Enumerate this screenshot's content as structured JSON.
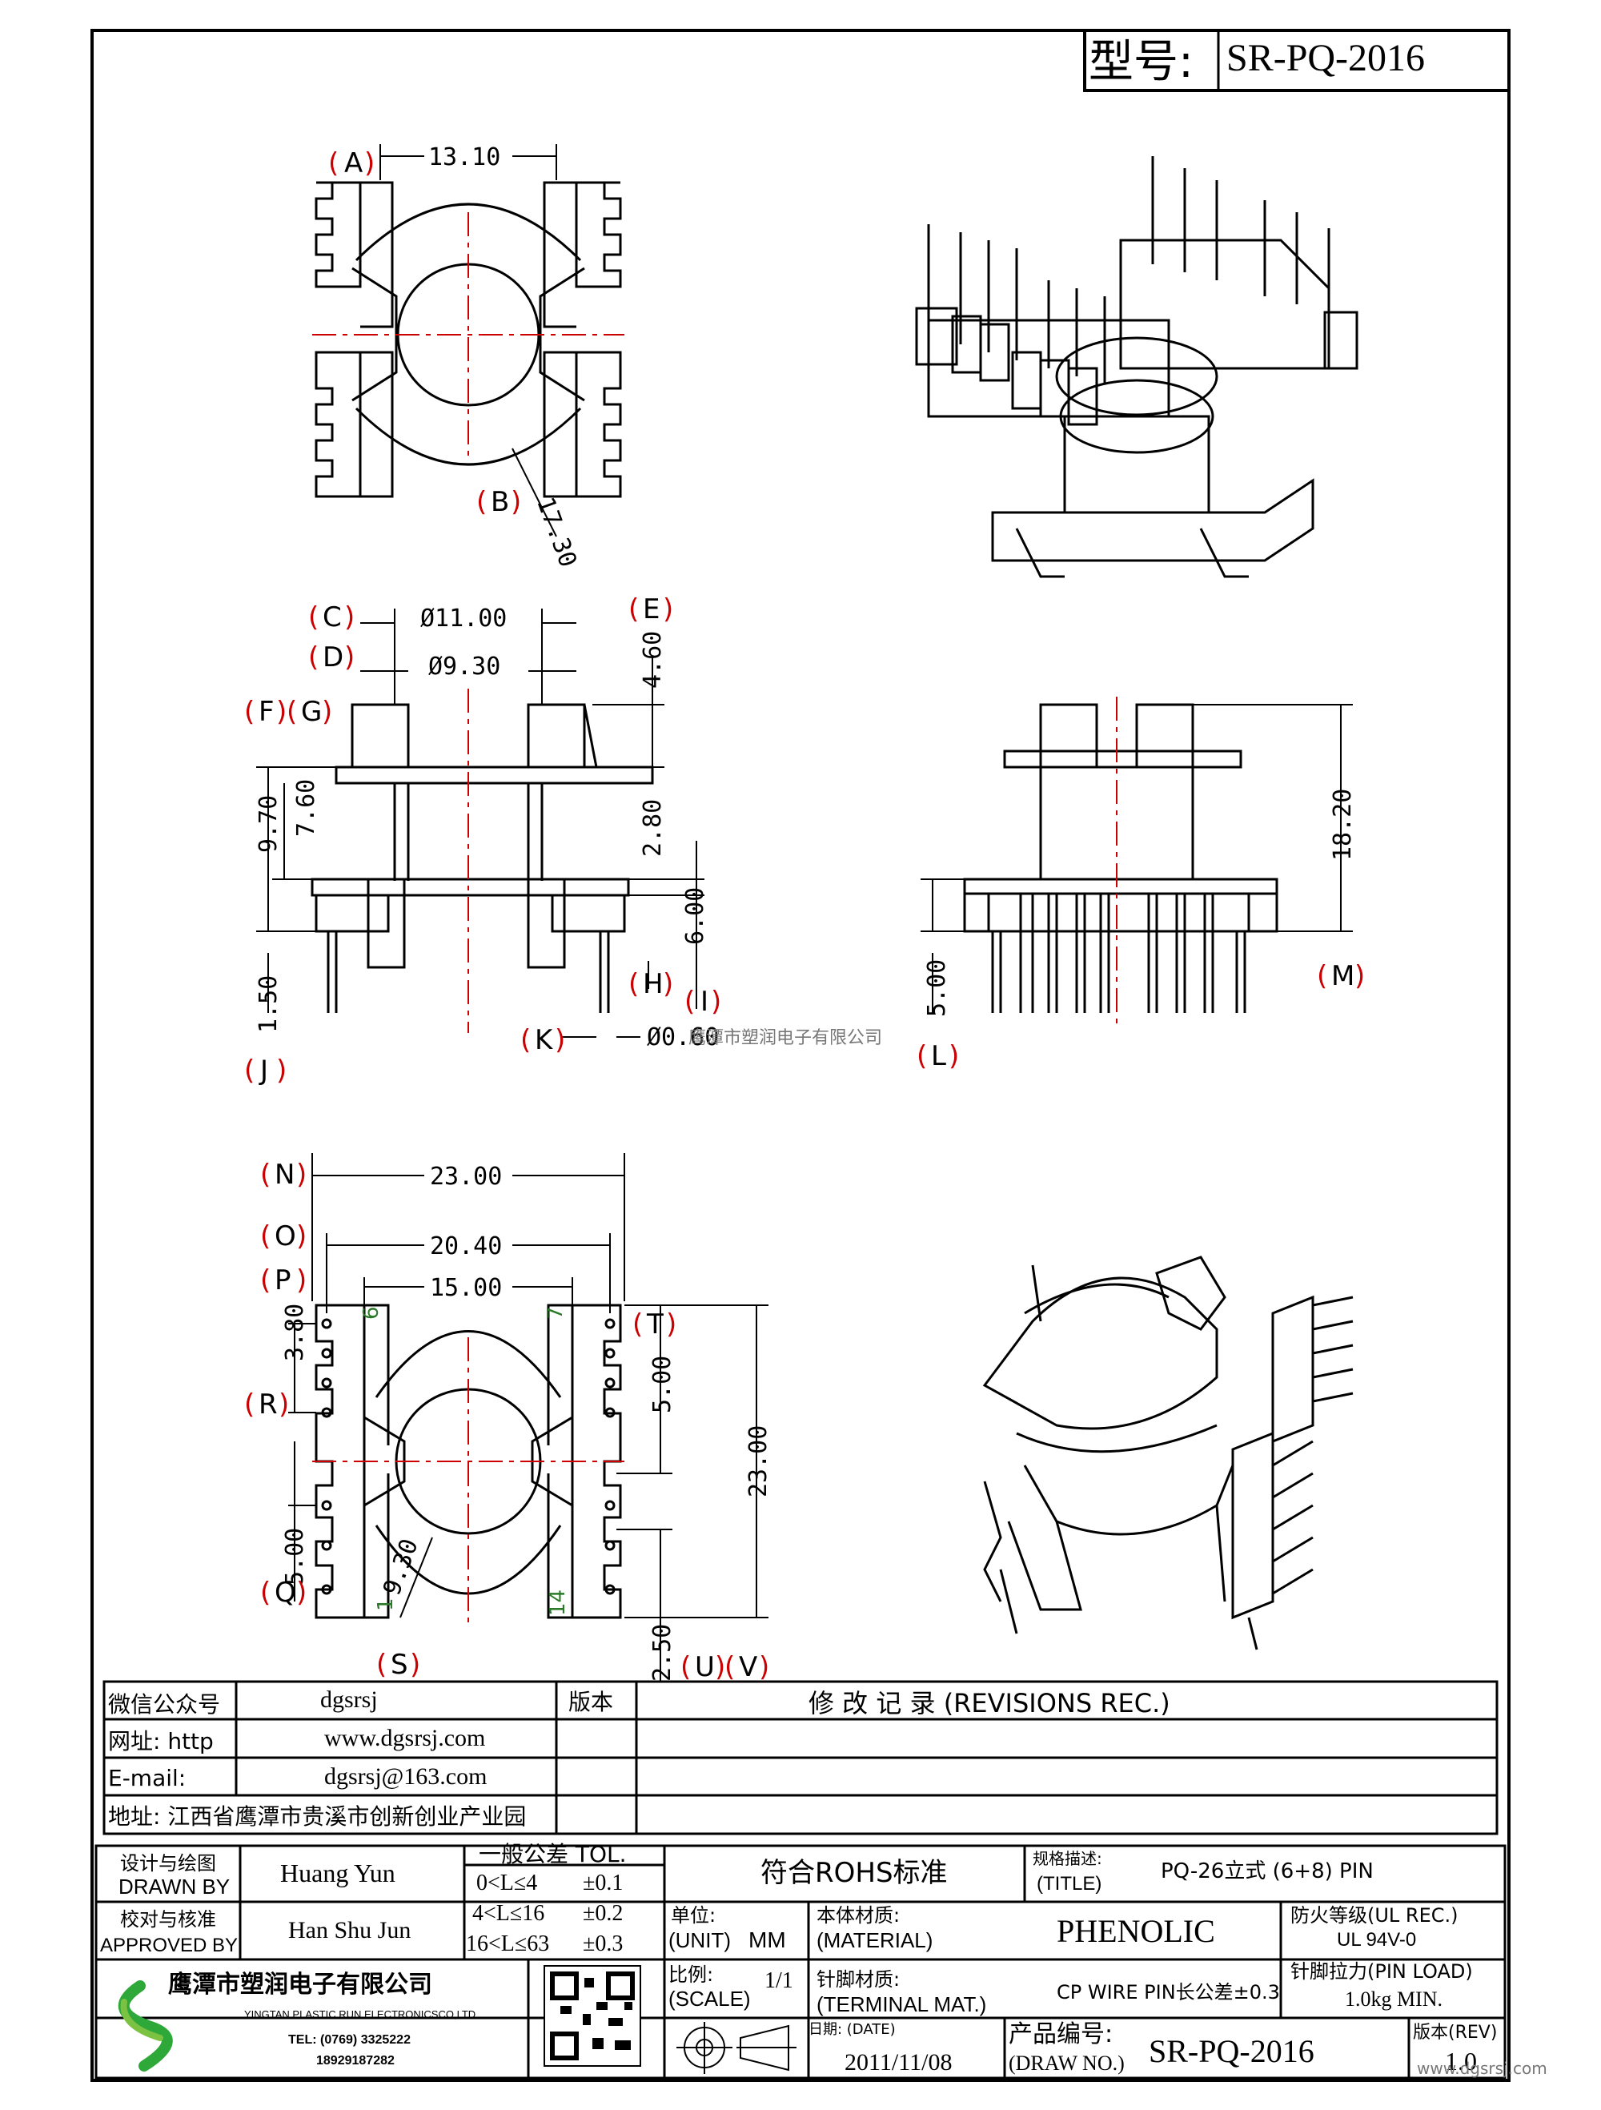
{
  "title_block": {
    "model_label": "型号:",
    "model_value": "SR-PQ-2016",
    "wechat_label": "微信公众号",
    "wechat_value": "dgsrsj",
    "web_label": "网址: http",
    "web_value": "www.dgsrsj.com",
    "email_label": "E-mail:",
    "email_value": "dgsrsj@163.com",
    "address": "地址: 江西省鹰潭市贵溪市创新创业产业园",
    "version_label": "版本",
    "revisions_label": "修 改 记 录 (REVISIONS REC.)",
    "drawn_label_cn": "设计与绘图",
    "drawn_label_en": "DRAWN BY",
    "drawn_value": "Huang Yun",
    "approved_label_cn": "校对与核准",
    "approved_label_en": "APPROVED BY",
    "approved_value": "Han Shu Jun",
    "tol_label": "一般公差 TOL.",
    "tol_rows": [
      {
        "range": "0<L≤4",
        "value": "±0.1"
      },
      {
        "range": "4<L≤16",
        "value": "±0.2"
      },
      {
        "range": "16<L≤63",
        "value": "±0.3"
      }
    ],
    "rohs": "符合ROHS标准",
    "spec_label_cn": "规格描述:",
    "spec_label_en": "(TITLE)",
    "spec_value": "PQ-26立式 (6+8) PIN",
    "unit_label_cn": "单位:",
    "unit_label_en": "(UNIT)",
    "unit_value": "MM",
    "material_label_cn": "本体材质:",
    "material_label_en": "(MATERIAL)",
    "material_value": "PHENOLIC",
    "fire_label": "防火等级(UL REC.)",
    "fire_value": "UL 94V-0",
    "company_cn": "鹰潭市塑润电子有限公司",
    "company_en": "YINGTAN PLASTIC RUN ELECTRONICSCO,LTD",
    "tel": "TEL: (0769) 3325222",
    "mobile": "18929187282",
    "scale_label_cn": "比例:",
    "scale_label_en": "(SCALE)",
    "scale_value": "1/1",
    "terminal_label_cn": "针脚材质:",
    "terminal_label_en": "(TERMINAL MAT.)",
    "terminal_value": "CP WIRE PIN长公差±0.3",
    "pinload_label": "针脚拉力(PIN LOAD)",
    "pinload_value": "1.0kg MIN.",
    "date_label": "日期: (DATE)",
    "date_value": "2011/11/08",
    "drawno_label_cn": "产品编号:",
    "drawno_label_en": "(DRAW NO.)",
    "drawno_value": "SR-PQ-2016",
    "rev_label": "版本(REV)",
    "rev_value": "1.0",
    "watermark": "鹰潭市塑润电子有限公司",
    "watermark2": "www.dgsrsj.com"
  },
  "top_view": {
    "dim_width": "13.10",
    "dim_radius": "17.30",
    "labels": [
      "A",
      "B"
    ]
  },
  "side_view": {
    "d1": "Ø11.00",
    "d2": "Ø9.30",
    "h1": "4.60",
    "h2": "9.70",
    "h3": "7.60",
    "h4": "2.80",
    "h5": "6.00",
    "h6": "1.50",
    "pin_d": "Ø0.60",
    "labels": [
      "C",
      "D",
      "E",
      "F",
      "G",
      "H",
      "I",
      "J",
      "K"
    ]
  },
  "front_view": {
    "total_h": "18.20",
    "pin_h": "5.00",
    "labels": [
      "L",
      "M"
    ]
  },
  "bottom_view": {
    "w1": "23.00",
    "w2": "20.40",
    "w3": "15.00",
    "h_total": "23.00",
    "pitch1": "3.80",
    "pitch2": "5.00",
    "pitch3": "5.00",
    "offset": "2.50",
    "radius": "9.30",
    "pins": [
      "6",
      "7",
      "1",
      "14"
    ],
    "labels": [
      "N",
      "O",
      "P",
      "R",
      "Q",
      "S",
      "T",
      "U",
      "V"
    ]
  }
}
